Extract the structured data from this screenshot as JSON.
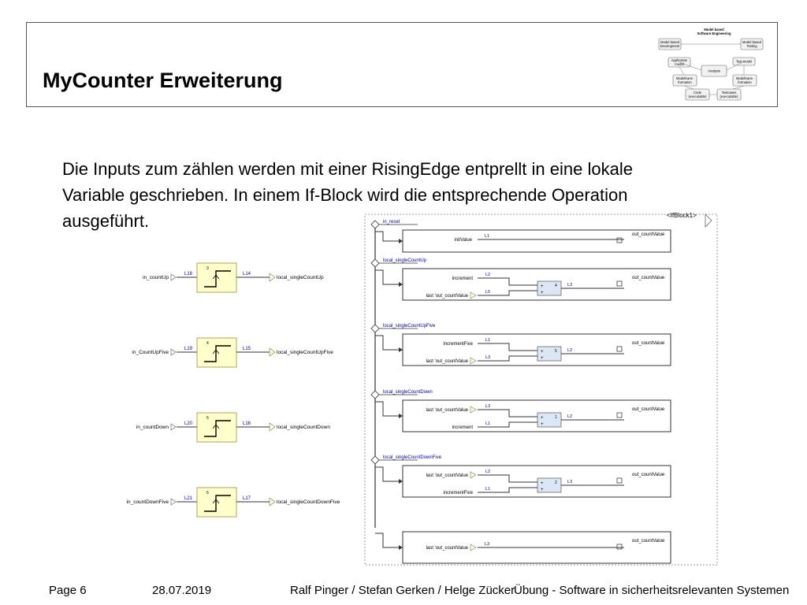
{
  "slide": {
    "title": "MyCounter Erweiterung",
    "body_lines": [
      "Die Inputs zum zählen werden mit einer RisingEdge entprellt in eine lokale",
      "Variable geschrieben. In einem If-Block wird die entsprechende Operation",
      "ausgeführt."
    ]
  },
  "mbse_diagram": {
    "title_line1": "Model based",
    "title_line2": "Software Engineering",
    "dev_line1": "Model based",
    "dev_line2": "Development",
    "test_line1": "Model based",
    "test_line2": "Testing",
    "app_line1": "Application",
    "app_line2": "model",
    "test_model": "Test model",
    "analysis": "Analysis",
    "mt_left_line1": "Modeltrans-",
    "mt_left_line2": "formation",
    "mt_right_line1": "Modeltrans-",
    "mt_right_line2": "formation",
    "code_line1": "Code",
    "code_line2": "(executable)",
    "tc_line1": "Testcases",
    "tc_line2": "(executable)"
  },
  "edge_blocks": [
    {
      "num": "3",
      "input": "in_countUp",
      "in_line": "L18",
      "out_line": "L14",
      "output": "local_singleCountUp"
    },
    {
      "num": "4",
      "input": "in_CountUpFive",
      "in_line": "L19",
      "out_line": "L15",
      "output": "local_singleCountUpFive"
    },
    {
      "num": "5",
      "input": "in_countDown",
      "in_line": "L20",
      "out_line": "L16",
      "output": "local_singleCountDown"
    },
    {
      "num": "6",
      "input": "in_countDownFive",
      "in_line": "L21",
      "out_line": "L17",
      "output": "local_singleCountDownFive"
    }
  ],
  "if_block": {
    "label": "<IfBlock1>",
    "branches": [
      {
        "cond": "in_reset",
        "in1": "initValue",
        "l1": "L1",
        "out": "out_countValue"
      },
      {
        "cond": "local_singleCountUp",
        "in1": "increment",
        "l1": "L2",
        "in2": "last 'out_countValue",
        "l2": "L5",
        "sum": "4",
        "l3": "L3",
        "out": "out_countValue"
      },
      {
        "cond": "local_singleCountUpFive",
        "in1": "incrementFive",
        "l1": "L1",
        "in2": "last 'out_countValue",
        "l2": "L3",
        "sum": "5",
        "l3": "L2",
        "out": "out_countValue"
      },
      {
        "cond": "local_singleCountDown",
        "in1": "last 'out_countValue",
        "l1": "L3",
        "in2": "increment",
        "l2": "L1",
        "sum": "1",
        "l3": "L2",
        "out": "out_countValue"
      },
      {
        "cond": "local_singleCountDownFive",
        "in1": "last 'out_countValue",
        "l1": "L2",
        "in2": "incrementFive",
        "l2": "L1",
        "sum": "2",
        "l3": "L3",
        "out": "out_countValue"
      },
      {
        "in1": "last 'out_countValue",
        "l1": "L3",
        "out": "out_countValue"
      }
    ]
  },
  "footer": {
    "page": "Page 6",
    "date": "28.07.2019",
    "authors": "Ralf Pinger / Stefan Gerken / Helge Zücker",
    "course": "Übung - Software in sicherheitsrelevanten Systemen"
  },
  "colors": {
    "edge_block_fill": "#ffffcc",
    "edge_block_stroke": "#a38c3c",
    "sum_fill": "#dce6f5",
    "line_label": "#000099",
    "diagram_line": "#333333"
  }
}
